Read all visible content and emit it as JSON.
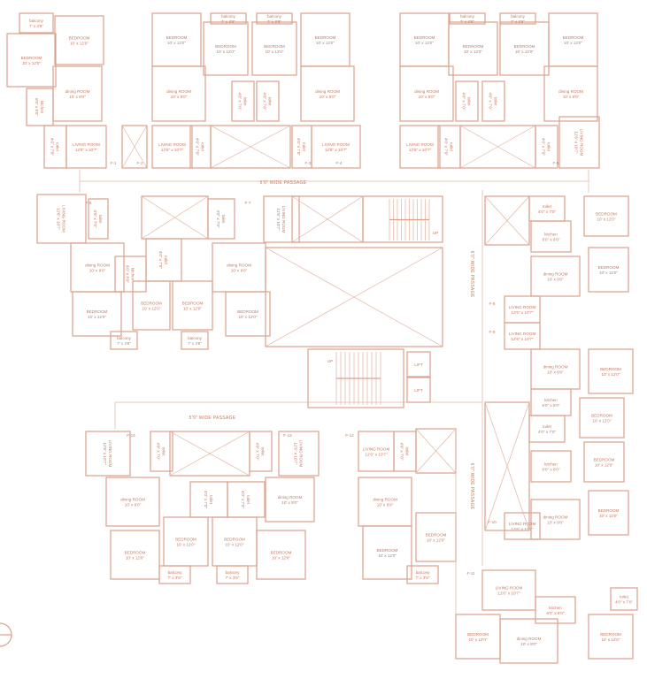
{
  "room_types": {
    "bedroom": {
      "name": "BEDROOM",
      "size": "10' x 12'0\""
    },
    "living": {
      "name": "LIVING ROOM",
      "size": "12'6\" x 10'7\""
    },
    "dining": {
      "name": "dining ROOM",
      "size": "10' x 9'0\""
    },
    "kitchen": {
      "name": "kitchen",
      "size": "6'0\" x 8'0\""
    },
    "toilet": {
      "name": "toilet",
      "size": "4'0\" x 7'0\""
    },
    "balcony": {
      "name": "balcony",
      "size": "7' x 3'6\""
    }
  },
  "flats": [
    "F-1",
    "F-2",
    "F-3",
    "F-4",
    "F-5",
    "F-6",
    "F-7",
    "F-8",
    "F-9",
    "F-10",
    "F-11",
    "F-12",
    "F-13",
    "F-14"
  ],
  "passages": {
    "top": "6'0\" WIDE PASSAGE",
    "right_upper": "6'0\" WIDE PASSAGE",
    "right_lower": "6'0\" WIDE PASSAGE",
    "bottom": "5'9\" WIDE PASSAGE"
  },
  "core": {
    "stair_up_1": "UP",
    "stair_up_2": "UP",
    "lift_1": "LIFT",
    "lift_2": "LIFT"
  },
  "colors": {
    "line": "#dba18b",
    "text": "#c47a60"
  }
}
